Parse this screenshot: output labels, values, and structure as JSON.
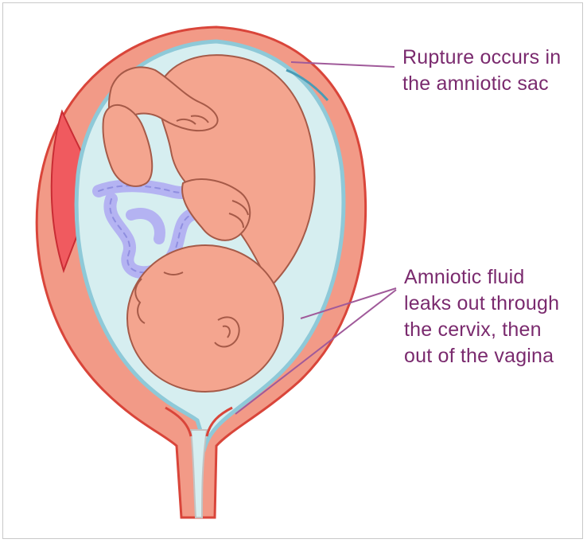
{
  "callouts": {
    "rupture": {
      "lines": [
        "Rupture occurs in",
        "the amniotic sac"
      ]
    },
    "fluid": {
      "lines": [
        "Amniotic fluid",
        "leaks out through",
        "the cervix, then",
        "out of the vagina"
      ]
    }
  },
  "colors": {
    "uterus": "#f29a87",
    "uterus_outline": "#d9453a",
    "placenta": "#f05a5f",
    "amniotic_fluid": "#d6eef0",
    "membrane": "#8ec9d8",
    "fetus": "#f4a58f",
    "fetus_outline": "#a65a48",
    "umbilical_cord": "#b4b3f2",
    "callout_text": "#7a2a6e",
    "leader_line": "#a05a9a"
  }
}
